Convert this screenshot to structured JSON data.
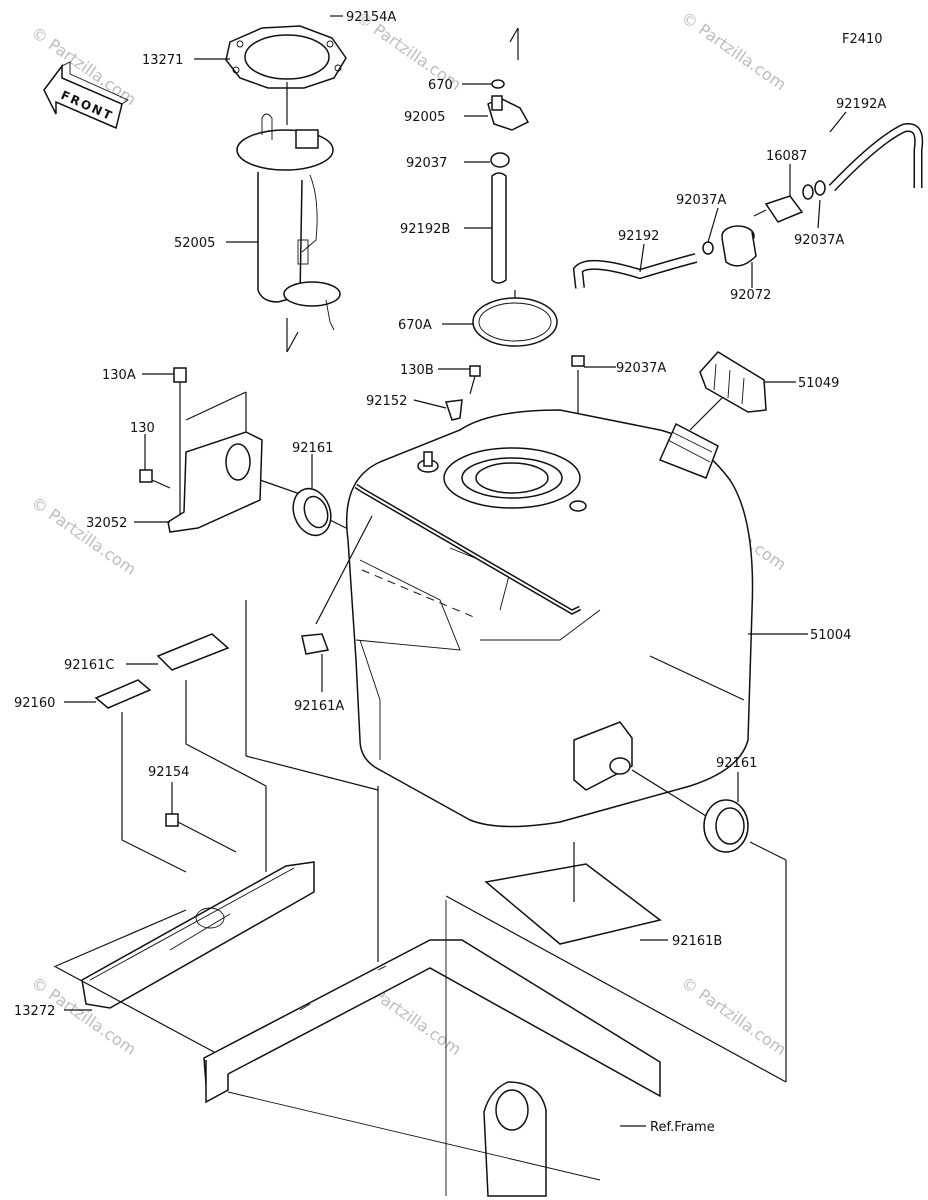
{
  "figure_code": "F2410",
  "front_label": "FRONT",
  "watermark": "© Partzilla.com",
  "ref_frame": "Ref.Frame",
  "parts": {
    "p92154A": "92154A",
    "p13271": "13271",
    "p52005": "52005",
    "p670": "670",
    "p92005": "92005",
    "p92037": "92037",
    "p92192B": "92192B",
    "p670A": "670A",
    "p92192A": "92192A",
    "p16087": "16087",
    "p92037A_1": "92037A",
    "p92192": "92192",
    "p92037A_2": "92037A",
    "p92072": "92072",
    "p92037A_3": "92037A",
    "p130A": "130A",
    "p130B": "130B",
    "p92152": "92152",
    "p51049": "51049",
    "p130": "130",
    "p92161_top": "92161",
    "p32052": "32052",
    "p51004": "51004",
    "p92161C": "92161C",
    "p92160": "92160",
    "p92161A": "92161A",
    "p92161_bottom": "92161",
    "p92154": "92154",
    "p92161B": "92161B",
    "p13272": "13272"
  }
}
